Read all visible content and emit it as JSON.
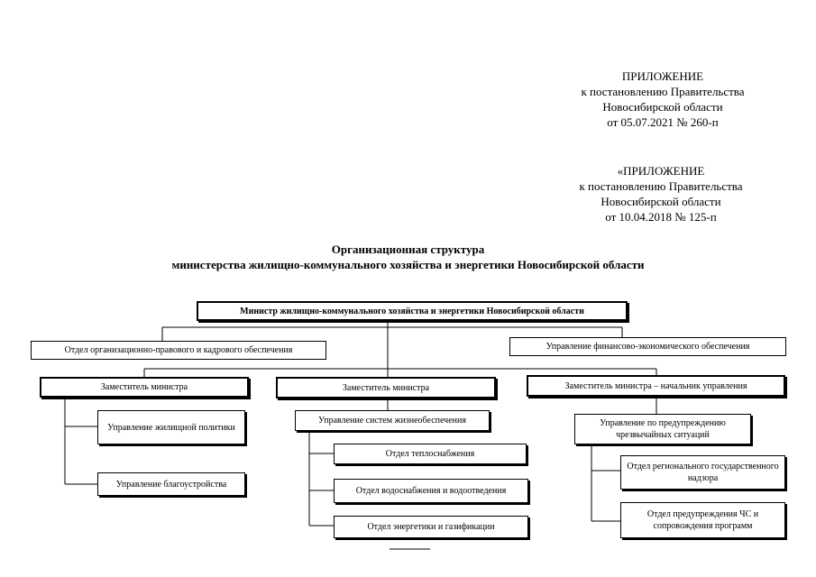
{
  "header_current": {
    "line1": "ПРИЛОЖЕНИЕ",
    "line2": "к постановлению Правительства",
    "line3": "Новосибирской области",
    "line4": "от 05.07.2021  № 260-п"
  },
  "header_previous": {
    "line1": "«ПРИЛОЖЕНИЕ",
    "line2": "к постановлению Правительства",
    "line3": "Новосибирской области",
    "line4": "от 10.04.2018 № 125-п"
  },
  "title": {
    "line1": "Организационная структура",
    "line2": "министерства жилищно-коммунального хозяйства и энергетики Новосибирской области"
  },
  "org": {
    "minister": "Министр жилищно-коммунального хозяйства и энергетики Новосибирской области",
    "dept_org_legal": "Отдел организационно-правового и кадрового обеспечения",
    "dept_fin_econ": "Управление финансово-экономического обеспечения",
    "deputy_1": "Заместитель министра",
    "deputy_2": "Заместитель министра",
    "deputy_3": "Заместитель министра – начальник управления",
    "housing_policy": "Управление жилищной политики",
    "improvement": "Управление благоустройства",
    "life_support": "Управление систем жизнеобеспечения",
    "heat_supply": "Отдел теплоснабжения",
    "water_supply": "Отдел водоснабжения и водоотведения",
    "energy_gas": "Отдел энергетики и газификации",
    "emergency_prevention": "Управление по предупреждению чрезвычайных ситуаций",
    "regional_supervision": "Отдел регионального государственного надзора",
    "emergency_programs": "Отдел предупреждения ЧС и сопровождения программ"
  }
}
